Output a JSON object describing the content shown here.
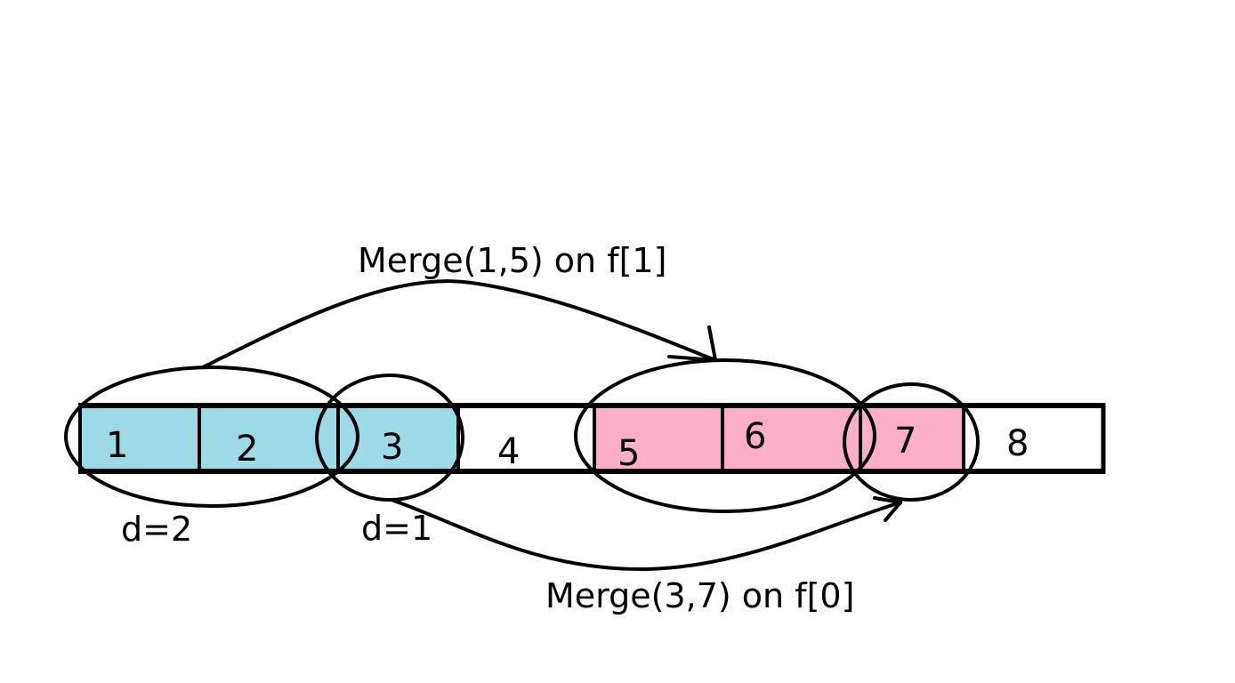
{
  "colors": {
    "background": "#ffffff",
    "stroke": "#000000",
    "group_blue": "#9ed9e6",
    "group_pink": "#fdaec8",
    "unfilled": "#ffffff"
  },
  "cells": [
    {
      "label": "1",
      "fill": "blue"
    },
    {
      "label": "2",
      "fill": "blue"
    },
    {
      "label": "3",
      "fill": "blue"
    },
    {
      "label": "4",
      "fill": "none"
    },
    {
      "label": "5",
      "fill": "pink"
    },
    {
      "label": "6",
      "fill": "pink"
    },
    {
      "label": "7",
      "fill": "pink"
    },
    {
      "label": "8",
      "fill": "none"
    }
  ],
  "groups": {
    "blue_left": {
      "label": "d=2",
      "cells": [
        "1",
        "2"
      ]
    },
    "blue_right": {
      "label": "d=1",
      "cells": [
        "3"
      ]
    },
    "pink_left": {
      "cells": [
        "5",
        "6"
      ]
    },
    "pink_right": {
      "cells": [
        "7"
      ]
    }
  },
  "merges": {
    "top": {
      "label": "Merge(1,5) on f[1]",
      "from": "1,2",
      "to": "5,6"
    },
    "bottom": {
      "label": "Merge(3,7) on f[0]",
      "from": "3",
      "to": "7"
    }
  }
}
